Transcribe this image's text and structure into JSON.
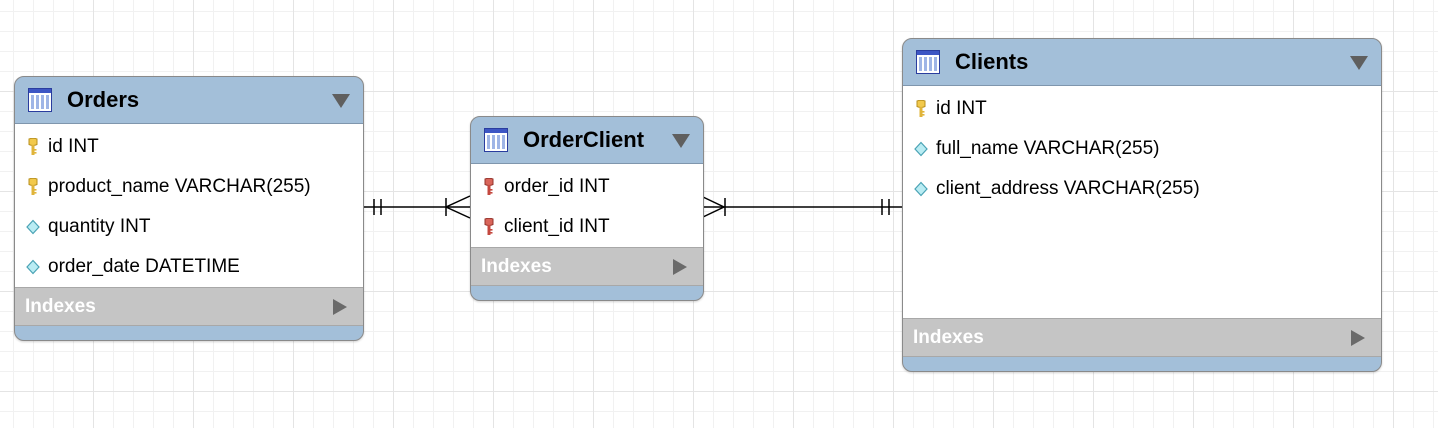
{
  "tables": {
    "orders": {
      "name": "Orders",
      "columns": [
        {
          "text": "id INT",
          "icon": "primary-key-icon"
        },
        {
          "text": "product_name VARCHAR(255)",
          "icon": "primary-key-icon"
        },
        {
          "text": "quantity INT",
          "icon": "column-diamond-icon"
        },
        {
          "text": "order_date DATETIME",
          "icon": "column-diamond-icon"
        }
      ],
      "indexes_label": "Indexes"
    },
    "order_client": {
      "name": "OrderClient",
      "columns": [
        {
          "text": "order_id INT",
          "icon": "foreign-key-icon"
        },
        {
          "text": "client_id INT",
          "icon": "foreign-key-icon"
        }
      ],
      "indexes_label": "Indexes"
    },
    "clients": {
      "name": "Clients",
      "columns": [
        {
          "text": "id INT",
          "icon": "primary-key-icon"
        },
        {
          "text": "full_name VARCHAR(255)",
          "icon": "column-diamond-icon"
        },
        {
          "text": "client_address VARCHAR(255)",
          "icon": "column-diamond-icon"
        }
      ],
      "indexes_label": "Indexes"
    }
  },
  "relationships": [
    {
      "from": "Orders",
      "to": "OrderClient",
      "from_cardinality": "one-and-only-one",
      "to_cardinality": "one-or-many"
    },
    {
      "from": "OrderClient",
      "to": "Clients",
      "from_cardinality": "one-or-many",
      "to_cardinality": "one-and-only-one"
    }
  ],
  "colors": {
    "table_header": "#a3bfd9",
    "indexes_bar": "#c5c5c5",
    "primary_key": "#f2c94c",
    "foreign_key": "#c9564c",
    "column_diamond": "#8fd3e0"
  }
}
